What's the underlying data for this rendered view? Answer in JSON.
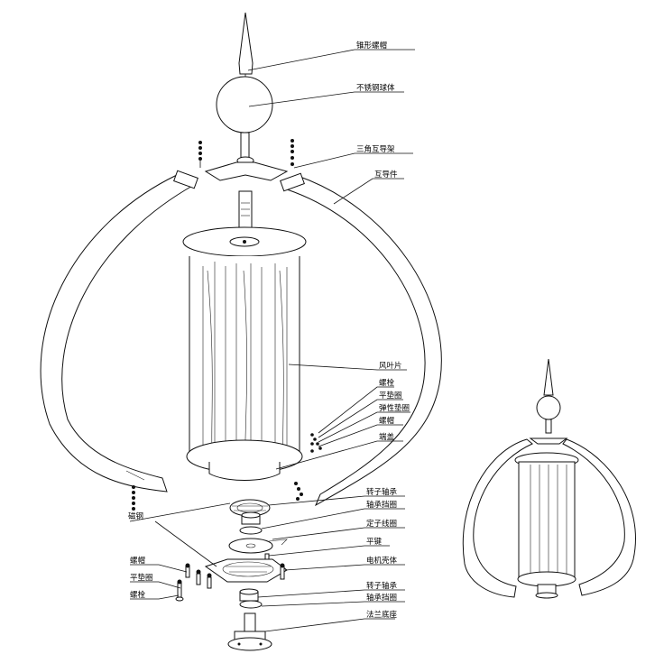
{
  "labels": {
    "cone_nut": "锥形螺帽",
    "steel_ball": "不锈钢球体",
    "tri_guide_frame": "三角互导架",
    "guide_piece": "互导件",
    "blade": "风叶片",
    "bolt": "螺栓",
    "flat_washer": "平垫圈",
    "spring_washer": "弹性垫圈",
    "nut": "螺帽",
    "end_cap": "端盖",
    "magnet": "磁钢",
    "rotor_bearing_1": "转子轴承",
    "bearing_ring_1": "轴承挡圈",
    "stator_coil": "定子线圈",
    "flat_key": "平键",
    "motor_housing": "电机壳体",
    "rotor_bearing_2": "转子轴承",
    "bearing_ring_2": "轴承挡圈",
    "flange_base": "法兰底座",
    "left_nut": "螺帽",
    "left_flat_washer": "平垫圈",
    "left_bolt": "螺栓"
  },
  "colors": {
    "line": "#111111",
    "background": "#ffffff"
  }
}
